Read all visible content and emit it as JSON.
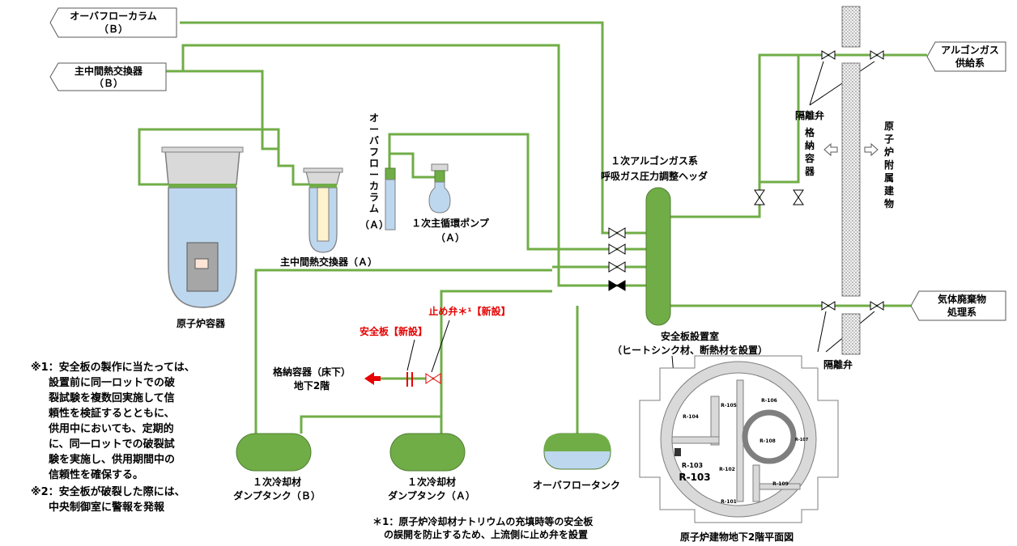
{
  "tags": {
    "overflow_column_b": [
      "オーバフローカラム",
      "（Ｂ）"
    ],
    "main_ihx_b": [
      "主中間熱交換器",
      "（Ｂ）"
    ],
    "argon_gas_supply": [
      "アルゴンガス",
      "供給系"
    ],
    "gaseous_waste": [
      "気体廃棄物",
      "処理系"
    ]
  },
  "labels": {
    "reactor_vessel": "原子炉容器",
    "main_ihx_a": "主中間熱交換器（Ａ）",
    "overflow_column_a": [
      "オ",
      "ー",
      "バ",
      "フ",
      "ロ",
      "ー",
      "カ",
      "ラ",
      "ム",
      "（Ａ）"
    ],
    "primary_pump": [
      "１次主循環ポンプ",
      "（Ａ）"
    ],
    "argon_header": [
      "１次アルゴンガス系",
      "呼吸ガス圧力調整ヘッダ"
    ],
    "isolation_valve_top": "隔離弁",
    "isolation_valve_bottom": "隔離弁",
    "containment_vertical": [
      "格",
      "納",
      "容",
      "器"
    ],
    "reactor_aux_vertical": [
      "原",
      "子",
      "炉",
      "附",
      "属",
      "建",
      "物"
    ],
    "safety_plate_new": "安全板【新設】",
    "stop_valve_new": "止め弁＊¹【新設】",
    "containment_floor": [
      "格納容器（床下）",
      "地下2階"
    ],
    "dump_tank_b": [
      "１次冷却材",
      "ダンプタンク（Ｂ）"
    ],
    "dump_tank_a": [
      "１次冷却材",
      "ダンプタンク（Ａ）"
    ],
    "overflow_tank": "オーバフロータンク",
    "safety_plate_room": [
      "安全板設置室",
      "（ヒートシンク材、断熱材を設置）"
    ],
    "floor_plan_caption": "原子炉建物地下2階平面図"
  },
  "notes": {
    "note1": [
      "※1：安全板の製作に当たっては、",
      "設置前に同一ロットでの破",
      "裂試験を複数回実施して信",
      "頼性を検証するとともに、",
      "供用中においても、定期的",
      "に、同一ロットでの破裂試",
      "験を実施し、供用期間中の",
      "信頼性を確保する。"
    ],
    "note2": [
      "※2：安全板が破裂した際には、",
      "中央制御室に警報を発報"
    ],
    "footnote": [
      "＊1：原子炉冷却材ナトリウムの充填時等の安全板",
      "の誤開を防止するため、上流側に止め弁を設置"
    ]
  },
  "floor_plan": {
    "rooms": [
      "R-103",
      "R-102",
      "R-101",
      "R-104",
      "R-105",
      "R-106",
      "R-108",
      "R-109",
      "R-107"
    ]
  },
  "colors": {
    "pipe": "#70ad47",
    "vessel_fill": "#bdd7ee",
    "new_equipment": "#e60000",
    "wall_fill": "#d9d9d9"
  }
}
